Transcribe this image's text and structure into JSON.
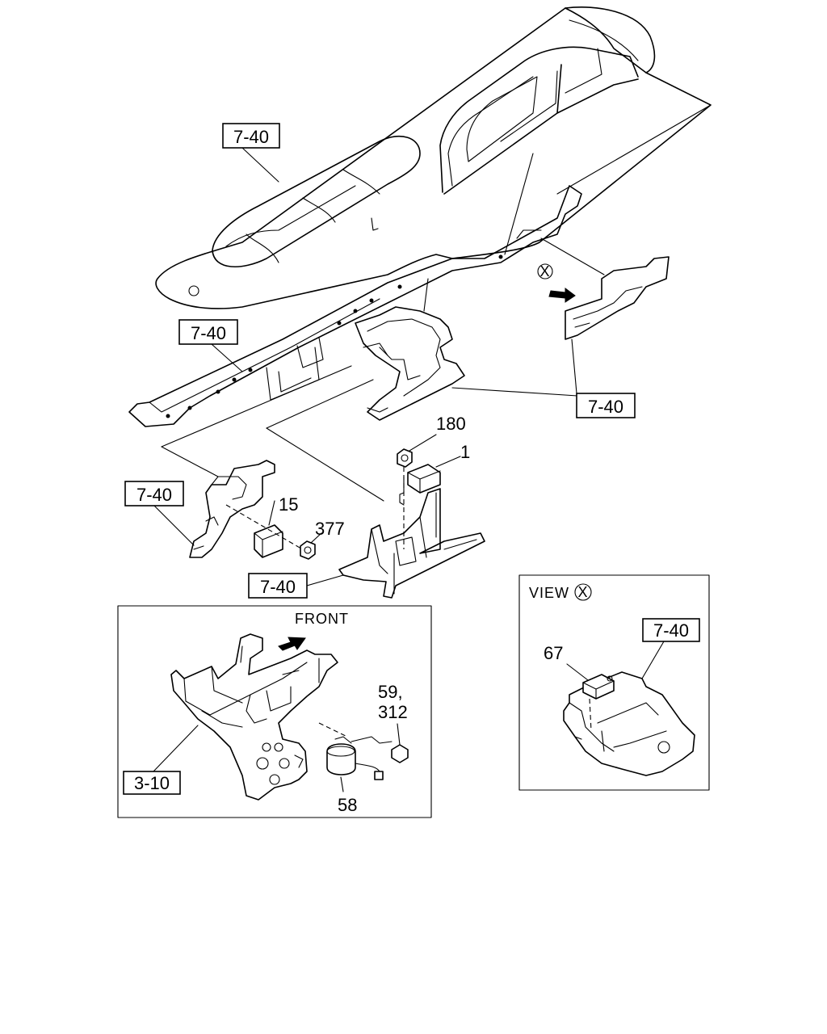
{
  "refs": {
    "r740_a": "7-40",
    "r740_b": "7-40",
    "r740_c": "7-40",
    "r740_d": "7-40",
    "r740_e": "7-40",
    "r740_view": "7-40",
    "r310": "3-10"
  },
  "parts": {
    "p180": "180",
    "p1": "1",
    "p15": "15",
    "p377": "377",
    "p59": "59,",
    "p312": "312",
    "p58": "58",
    "p67": "67"
  },
  "markers": {
    "x_marker": "X",
    "front_label": "FRONT",
    "view_label": "VIEW",
    "view_marker": "X"
  }
}
